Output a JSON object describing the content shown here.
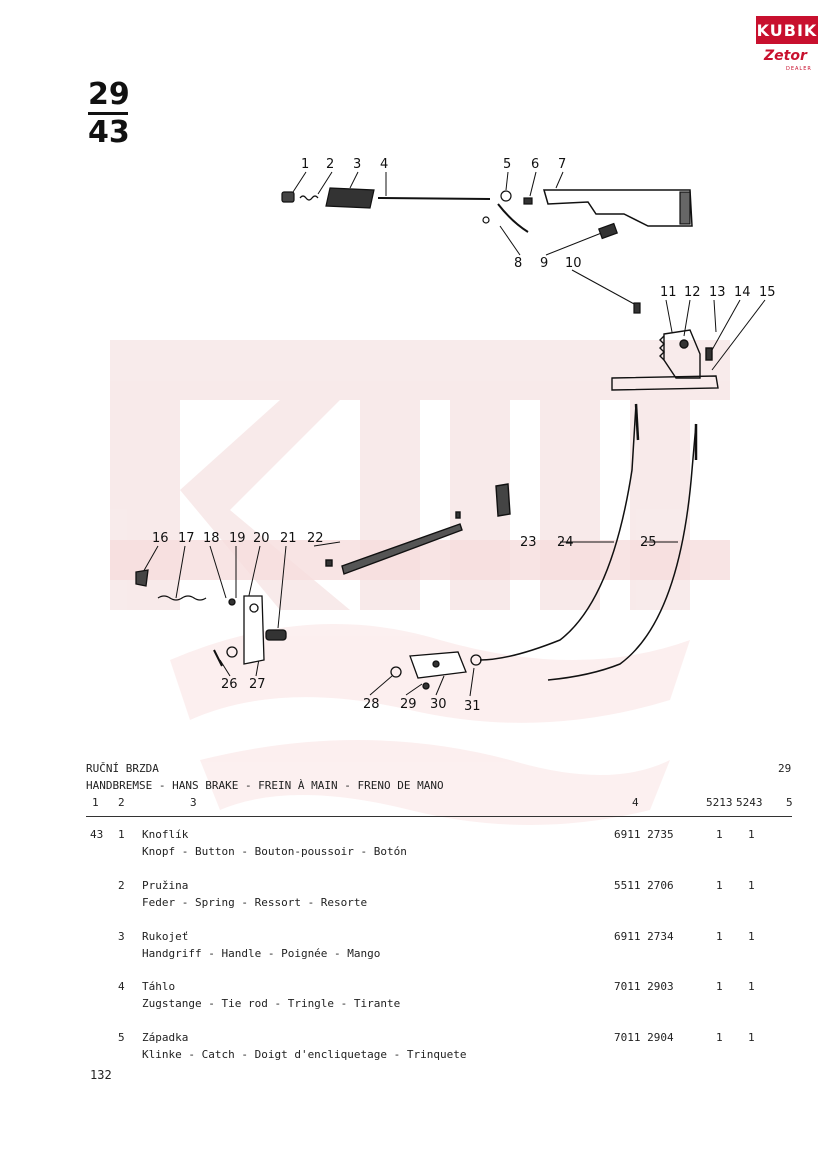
{
  "page_number": {
    "top": "29",
    "bottom": "43"
  },
  "logo": {
    "brand": "KUBIK",
    "sub": "Zetor",
    "dealer": "DEALER"
  },
  "callouts": [
    "1",
    "2",
    "3",
    "4",
    "5",
    "6",
    "7",
    "8",
    "9",
    "10",
    "11",
    "12",
    "13",
    "14",
    "15",
    "16",
    "17",
    "18",
    "19",
    "20",
    "21",
    "22",
    "23",
    "24",
    "25",
    "26",
    "27",
    "28",
    "29",
    "30",
    "31"
  ],
  "table": {
    "title": "RUČNÍ BRZDA",
    "title_right": "29",
    "subtitle": "HANDBREMSE - HANS BRAKE - FREIN À MAIN - FRENO DE MANO",
    "columns": {
      "c1": "1",
      "c2": "2",
      "c3": "3",
      "c4": "4",
      "c5": "5213",
      "c6": "5243",
      "c7": "5"
    },
    "rows": [
      {
        "group": "43",
        "pos": "1",
        "name": "Knoflík",
        "translations": "Knopf - Button - Bouton-poussoir - Botón",
        "part_no": "6911 2735",
        "q1": "1",
        "q2": "1"
      },
      {
        "group": "",
        "pos": "2",
        "name": "Pružina",
        "translations": "Feder - Spring - Ressort - Resorte",
        "part_no": "5511 2706",
        "q1": "1",
        "q2": "1"
      },
      {
        "group": "",
        "pos": "3",
        "name": "Rukojeť",
        "translations": "Handgriff - Handle - Poignée - Mango",
        "part_no": "6911 2734",
        "q1": "1",
        "q2": "1"
      },
      {
        "group": "",
        "pos": "4",
        "name": "Táhlo",
        "translations": "Zugstange - Tie rod - Tringle - Tirante",
        "part_no": "7011 2903",
        "q1": "1",
        "q2": "1"
      },
      {
        "group": "",
        "pos": "5",
        "name": "Západka",
        "translations": "Klinke - Catch - Doigt d'encliquetage - Trinquete",
        "part_no": "7011 2904",
        "q1": "1",
        "q2": "1"
      }
    ]
  },
  "footer": {
    "page": "132"
  }
}
